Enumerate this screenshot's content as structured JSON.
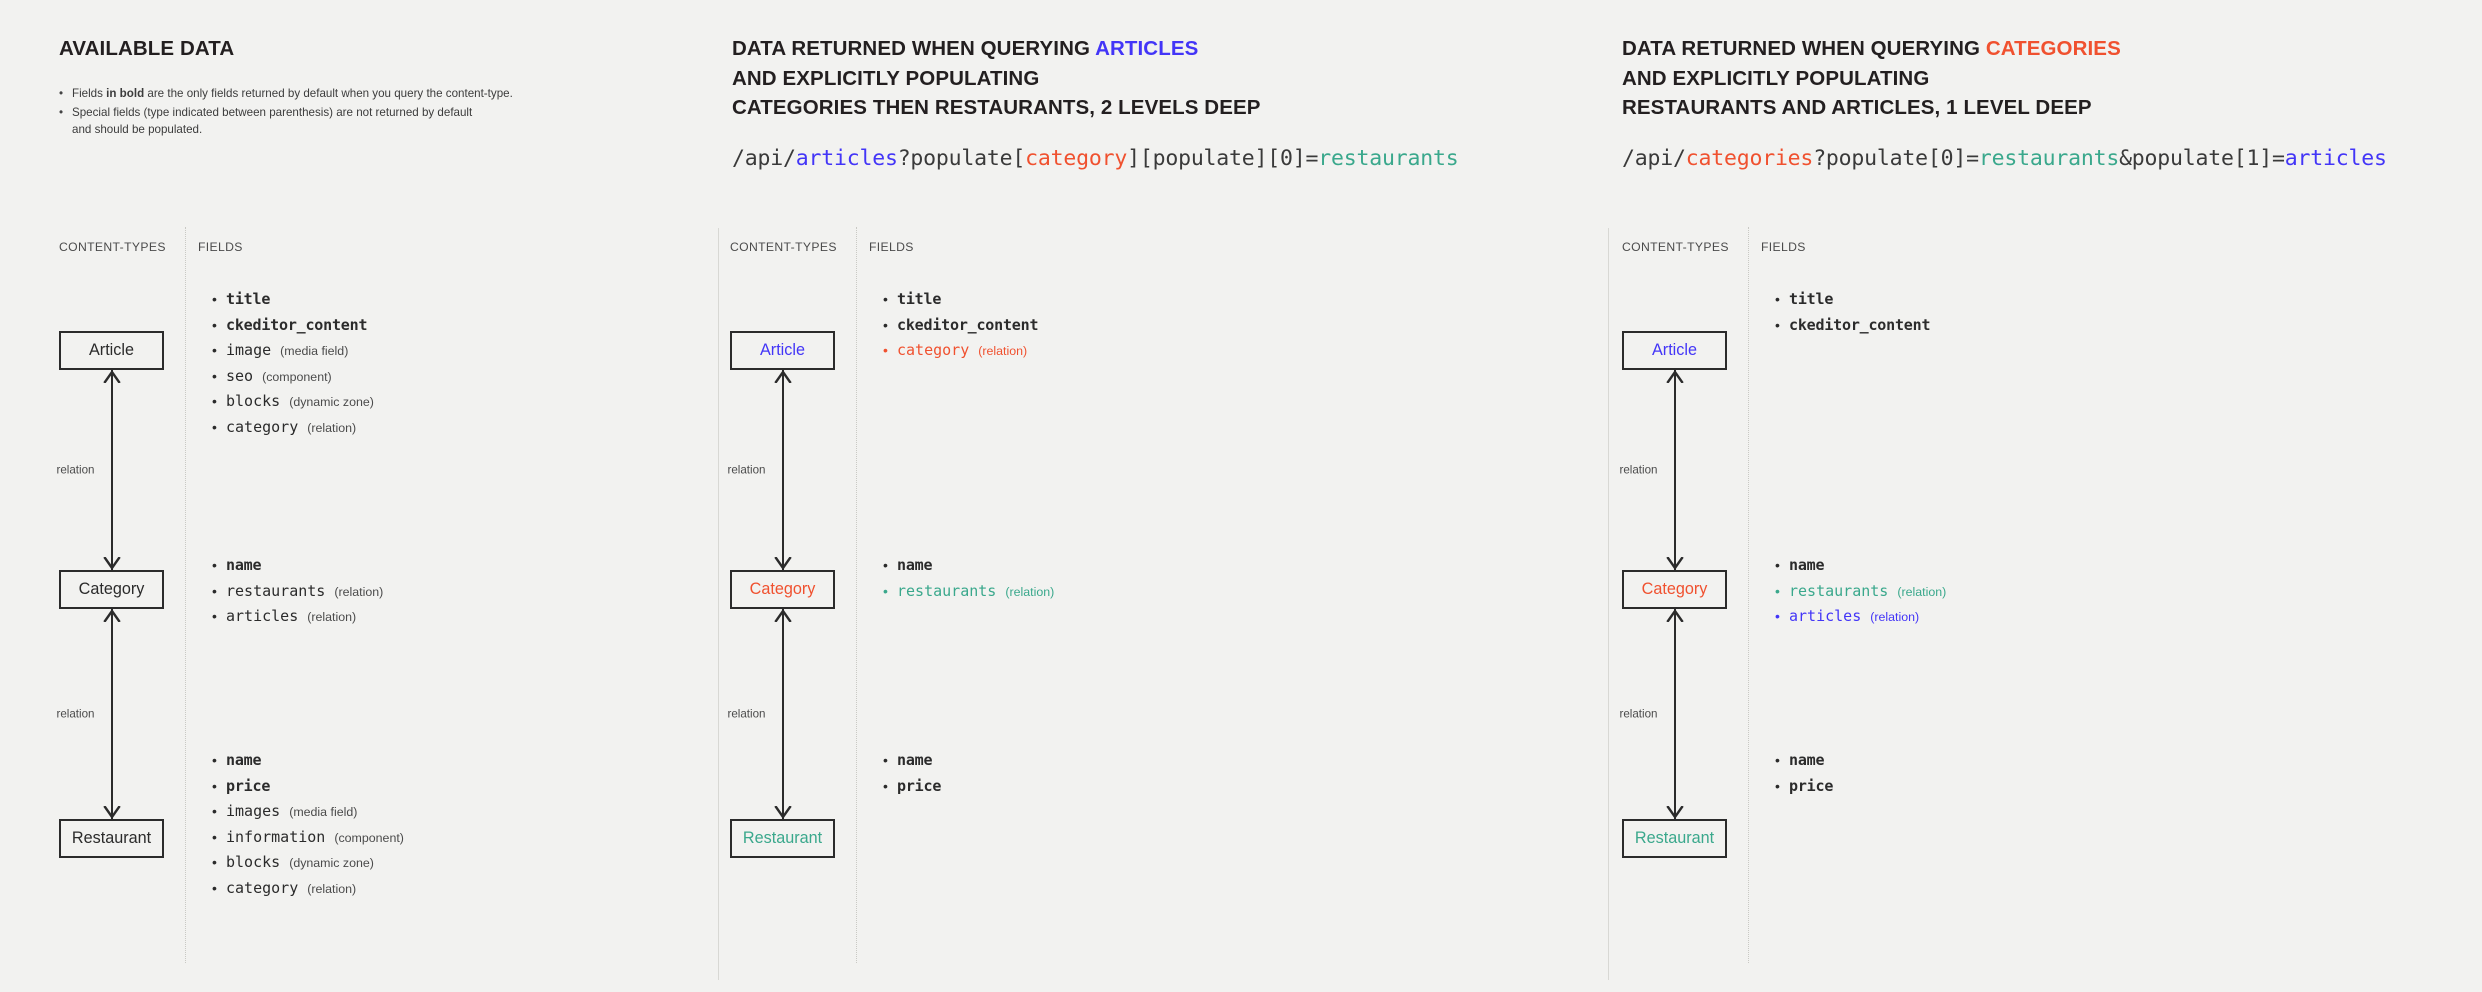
{
  "panels": [
    {
      "id": "available-data",
      "headline": [
        {
          "text": "AVAILABLE DATA",
          "color": "default"
        }
      ],
      "notes": [
        "Fields in bold are the only fields returned by default when you query the content-type.",
        "Special fields (type indicated between parenthesis) are not returned by default\nand should be populated."
      ],
      "note_bold": "in bold",
      "columns": {
        "content_types": "CONTENT-TYPES",
        "fields": "FIELDS"
      },
      "api": null,
      "entities": [
        {
          "name": "Article",
          "color": "default",
          "fields": [
            {
              "name": "title",
              "type": "",
              "bold": true,
              "color": "default"
            },
            {
              "name": "ckeditor_content",
              "type": "",
              "bold": true,
              "color": "default"
            },
            {
              "name": "image",
              "type": "(media field)",
              "bold": false,
              "color": "default"
            },
            {
              "name": "seo",
              "type": "(component)",
              "bold": false,
              "color": "default"
            },
            {
              "name": "blocks",
              "type": "(dynamic zone)",
              "bold": false,
              "color": "default"
            },
            {
              "name": "category",
              "type": "(relation)",
              "bold": false,
              "color": "default"
            }
          ]
        },
        {
          "name": "Category",
          "color": "default",
          "fields": [
            {
              "name": "name",
              "type": "",
              "bold": true,
              "color": "default"
            },
            {
              "name": "restaurants",
              "type": "(relation)",
              "bold": false,
              "color": "default"
            },
            {
              "name": "articles",
              "type": "(relation)",
              "bold": false,
              "color": "default"
            }
          ]
        },
        {
          "name": "Restaurant",
          "color": "default",
          "fields": [
            {
              "name": "name",
              "type": "",
              "bold": true,
              "color": "default"
            },
            {
              "name": "price",
              "type": "",
              "bold": true,
              "color": "default"
            },
            {
              "name": "images",
              "type": "(media field)",
              "bold": false,
              "color": "default"
            },
            {
              "name": "information",
              "type": "(component)",
              "bold": false,
              "color": "default"
            },
            {
              "name": "blocks",
              "type": "(dynamic zone)",
              "bold": false,
              "color": "default"
            },
            {
              "name": "category",
              "type": "(relation)",
              "bold": false,
              "color": "default"
            }
          ]
        }
      ],
      "relations": [
        {
          "label": "relation"
        },
        {
          "label": "relation"
        }
      ]
    },
    {
      "id": "query-articles",
      "headline": [
        {
          "text": "DATA RETURNED WHEN QUERYING ",
          "color": "default"
        },
        {
          "text": "ARTICLES",
          "color": "blue"
        },
        {
          "text": "\nAND EXPLICITLY POPULATING\nCATEGORIES THEN RESTAURANTS, 2 LEVELS DEEP",
          "color": "default"
        }
      ],
      "notes": [],
      "columns": {
        "content_types": "CONTENT-TYPES",
        "fields": "FIELDS"
      },
      "api": [
        {
          "text": "/api/",
          "color": "default"
        },
        {
          "text": "articles",
          "color": "blue"
        },
        {
          "text": "?populate[",
          "color": "default"
        },
        {
          "text": "category",
          "color": "red"
        },
        {
          "text": "][populate][0]=",
          "color": "default"
        },
        {
          "text": "restaurants",
          "color": "green"
        }
      ],
      "entities": [
        {
          "name": "Article",
          "color": "blue",
          "fields": [
            {
              "name": "title",
              "type": "",
              "bold": true,
              "color": "default"
            },
            {
              "name": "ckeditor_content",
              "type": "",
              "bold": true,
              "color": "default"
            },
            {
              "name": "category",
              "type": "(relation)",
              "bold": false,
              "color": "red"
            }
          ]
        },
        {
          "name": "Category",
          "color": "red",
          "fields": [
            {
              "name": "name",
              "type": "",
              "bold": true,
              "color": "default"
            },
            {
              "name": "restaurants",
              "type": "(relation)",
              "bold": false,
              "color": "green"
            }
          ]
        },
        {
          "name": "Restaurant",
          "color": "green",
          "fields": [
            {
              "name": "name",
              "type": "",
              "bold": true,
              "color": "default"
            },
            {
              "name": "price",
              "type": "",
              "bold": true,
              "color": "default"
            }
          ]
        }
      ],
      "relations": [
        {
          "label": "relation"
        },
        {
          "label": "relation"
        }
      ]
    },
    {
      "id": "query-categories",
      "headline": [
        {
          "text": "DATA RETURNED WHEN QUERYING ",
          "color": "default"
        },
        {
          "text": "CATEGORIES",
          "color": "red"
        },
        {
          "text": "\nAND EXPLICITLY POPULATING\nRESTAURANTS AND ARTICLES, 1 LEVEL DEEP",
          "color": "default"
        }
      ],
      "notes": [],
      "columns": {
        "content_types": "CONTENT-TYPES",
        "fields": "FIELDS"
      },
      "api": [
        {
          "text": "/api/",
          "color": "default"
        },
        {
          "text": "categories",
          "color": "red"
        },
        {
          "text": "?populate[0]=",
          "color": "default"
        },
        {
          "text": "restaurants",
          "color": "green"
        },
        {
          "text": "&populate[1]=",
          "color": "default"
        },
        {
          "text": "articles",
          "color": "blue"
        }
      ],
      "entities": [
        {
          "name": "Article",
          "color": "blue",
          "fields": [
            {
              "name": "title",
              "type": "",
              "bold": true,
              "color": "default"
            },
            {
              "name": "ckeditor_content",
              "type": "",
              "bold": true,
              "color": "default"
            }
          ]
        },
        {
          "name": "Category",
          "color": "red",
          "fields": [
            {
              "name": "name",
              "type": "",
              "bold": true,
              "color": "default"
            },
            {
              "name": "restaurants",
              "type": "(relation)",
              "bold": false,
              "color": "green"
            },
            {
              "name": "articles",
              "type": "(relation)",
              "bold": false,
              "color": "blue"
            }
          ]
        },
        {
          "name": "Restaurant",
          "color": "green",
          "fields": [
            {
              "name": "name",
              "type": "",
              "bold": true,
              "color": "default"
            },
            {
              "name": "price",
              "type": "",
              "bold": true,
              "color": "default"
            }
          ]
        }
      ],
      "relations": [
        {
          "label": "relation"
        },
        {
          "label": "relation"
        }
      ]
    }
  ],
  "palette": {
    "background": "#f2f2f0",
    "text": "#231f20",
    "blue": "#4335f7",
    "red": "#f0512f",
    "green": "#3aa88c",
    "muted": "#4b4b4b"
  }
}
